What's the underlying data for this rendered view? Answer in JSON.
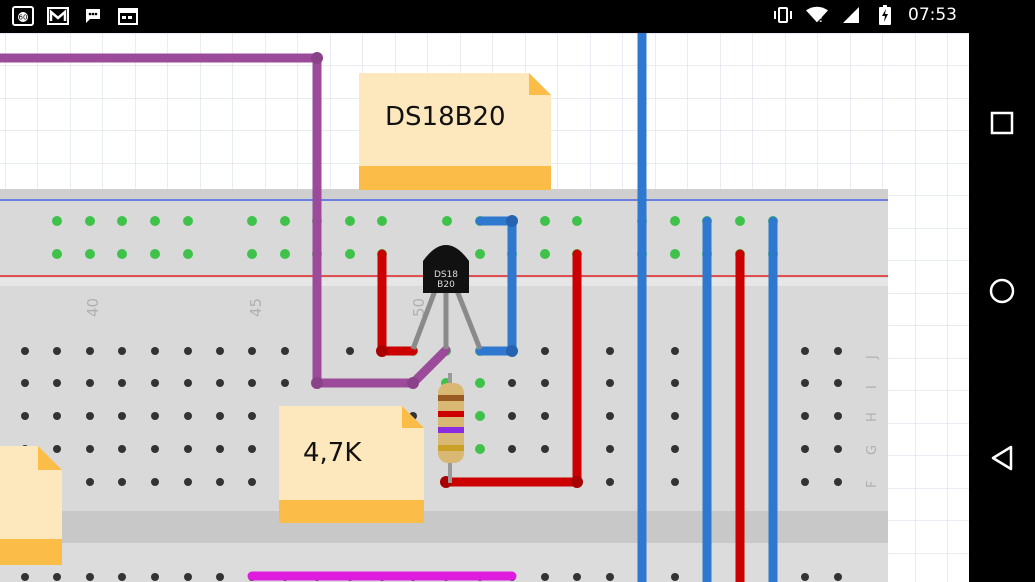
{
  "status_bar": {
    "time": "07:53",
    "left_icons": [
      "app-badge-icon",
      "gmail-icon",
      "message-icon",
      "calendar-icon"
    ],
    "app_badge_text": "60",
    "right_icons": [
      "vibrate-icon",
      "wifi-icon",
      "signal-icon",
      "battery-charging-icon"
    ]
  },
  "canvas": {
    "notes": [
      {
        "id": "ds18b20",
        "text": "DS18B20"
      },
      {
        "id": "resistor",
        "text": "4,7K"
      },
      {
        "id": "offscreen",
        "text": ""
      }
    ],
    "component_chip_label": [
      "DS18",
      "B20"
    ],
    "breadboard_column_labels": [
      "40",
      "45",
      "50"
    ],
    "breadboard_row_labels": [
      "J",
      "I",
      "H",
      "G",
      "F"
    ],
    "colors": {
      "wire_purple": "#9b4b9a",
      "wire_red": "#cc0000",
      "wire_blue": "#2f78d0",
      "wire_magenta": "#e01be0",
      "note_fill": "#fde7bd",
      "note_bar": "#fbbc48",
      "breadboard": "#d4d4d4",
      "grid": "#d6d8e8"
    }
  },
  "nav_bar": {
    "buttons": [
      "recent-apps-button",
      "home-button",
      "back-button"
    ]
  }
}
